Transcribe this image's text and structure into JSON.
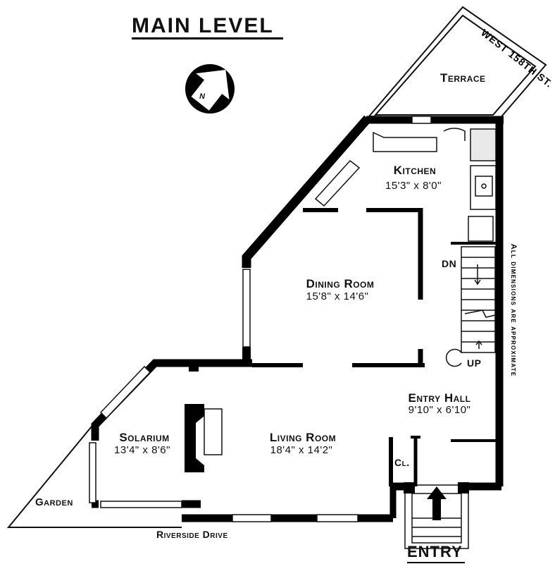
{
  "title": "MAIN LEVEL",
  "compass": {
    "label": "N",
    "icon": "north-arrow-icon"
  },
  "street_north": "WEST 158TH ST.",
  "street_south": "Riverside Drive",
  "terrace": "Terrace",
  "garden": "Garden",
  "note": "All dimensions are approximate",
  "entry": "ENTRY",
  "stairs": {
    "down": "DN",
    "up": "UP"
  },
  "closet": "Cl.",
  "rooms": [
    {
      "id": "kitchen",
      "name": "Kitchen",
      "dims": "15'3\"  x  8'0\""
    },
    {
      "id": "dining",
      "name": "Dining Room",
      "dims": "15'8\"  x  14'6\""
    },
    {
      "id": "living",
      "name": "Living Room",
      "dims": "18'4\"  x  14'2\""
    },
    {
      "id": "solarium",
      "name": "Solarium",
      "dims": "13'4\"  x  8'6\""
    },
    {
      "id": "entry-hall",
      "name": "Entry Hall",
      "dims": "9'10\"  x  6'10\""
    }
  ],
  "colors": {
    "wall": "#000000",
    "line": "#111111",
    "background": "#ffffff",
    "fixture": "#9a9a9a"
  }
}
